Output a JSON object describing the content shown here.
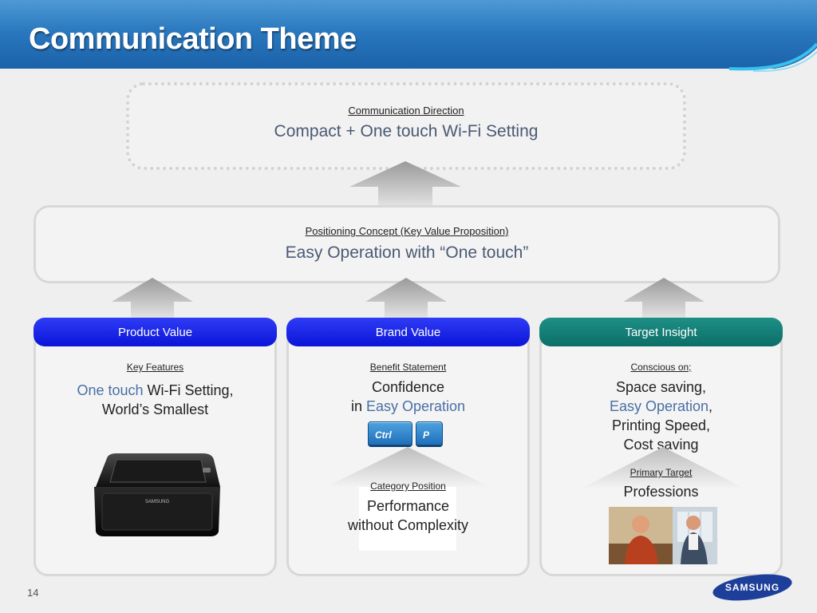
{
  "slide": {
    "title": "Communication Theme",
    "page_number": "14"
  },
  "direction": {
    "heading": "Communication Direction",
    "text": "Compact + One touch Wi-Fi Setting"
  },
  "concept": {
    "heading": "Positioning Concept (Key Value Proposition)",
    "text": "Easy Operation with “One touch”"
  },
  "columns": {
    "product": {
      "header": "Product Value",
      "label": "Key Features",
      "line1_highlight": "One touch",
      "line1_rest": " Wi-Fi Setting,",
      "line2": "World’s Smallest",
      "printer_brand": "SAMSUNG"
    },
    "brand": {
      "header": "Brand Value",
      "label": "Benefit Statement",
      "line1": "Confidence",
      "line2_prefix": "in ",
      "line2_highlight": "Easy Operation",
      "key_ctrl": "Ctrl",
      "key_p": "P",
      "category_label": "Category Position",
      "category_line1": "Performance",
      "category_line2": "without Complexity"
    },
    "target": {
      "header": "Target Insight",
      "label": "Conscious on;",
      "line1": "Space saving,",
      "line2_highlight": "Easy Operation",
      "line2_rest": ",",
      "line3": "Printing Speed,",
      "line4": "Cost saving",
      "primary_label": "Primary Target",
      "primary_text": "Professions"
    }
  },
  "brand_logo": "SAMSUNG",
  "colors": {
    "header_blue": "#2a78bf",
    "column_header_blue": "#0b14d8",
    "column_header_teal": "#0b6f67",
    "highlight_text": "#4a6fa5"
  }
}
